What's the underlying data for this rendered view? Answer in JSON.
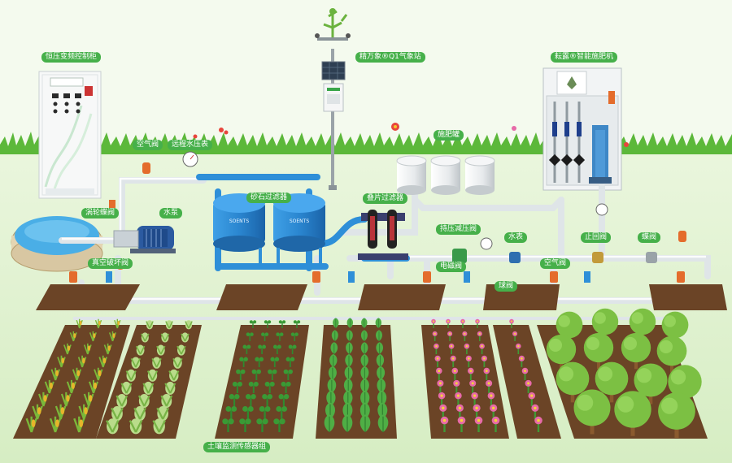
{
  "labels": {
    "control_cabinet": "恒压变频控制柜",
    "weather_station": "精万象®Q1气象站",
    "fertilizer_machine": "耘露®智能施肥机",
    "air_valve_top": "空气阀",
    "pressure_gauge": "远程水压表",
    "fert_tank": "施肥罐",
    "turbine_valve": "涡轮蝶阀",
    "pump": "水泵",
    "sand_filter": "砂石过滤器",
    "disc_filter": "叠片过滤器",
    "pressure_reducing_valve": "持压减压阀",
    "water_meter": "水表",
    "check_valve": "止回阀",
    "butterfly_valve": "蝶阀",
    "vacuum_valve": "真空破坏阀",
    "solenoid_valve": "电磁阀",
    "ball_valve": "球阀",
    "air_valve_right": "空气阀",
    "soil_sensor": "土壤监测传感器组"
  },
  "colors": {
    "background": "#f4faee",
    "grass": "#5cb83a",
    "label_bg": "#46b04a",
    "pipe_white": "#eef2f4",
    "pipe_blue": "#2e8fd8",
    "soil": "#6b4426",
    "tank_blue": "#2f8fd6"
  },
  "icons": {
    "pump": "pump-icon",
    "valve": "valve-icon",
    "gauge": "pressure-gauge-icon",
    "tree": "tree-icon",
    "flower": "flower-icon"
  }
}
